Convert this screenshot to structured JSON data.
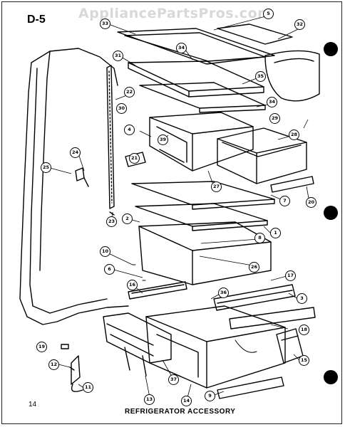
{
  "watermark": "AppliancePartsPros.com",
  "section_code": "D-5",
  "page_number": "14",
  "caption": "REFRIGERATOR ACCESSORY",
  "callouts": [
    "5",
    "32",
    "33",
    "34",
    "31",
    "35",
    "22",
    "34",
    "30",
    "29",
    "4",
    "39",
    "28",
    "21",
    "24",
    "25",
    "27",
    "7",
    "20",
    "23",
    "2",
    "1",
    "8",
    "10",
    "26",
    "6",
    "17",
    "16",
    "36",
    "3",
    "18",
    "19",
    "37",
    "15",
    "12",
    "11",
    "13",
    "14",
    "9"
  ]
}
